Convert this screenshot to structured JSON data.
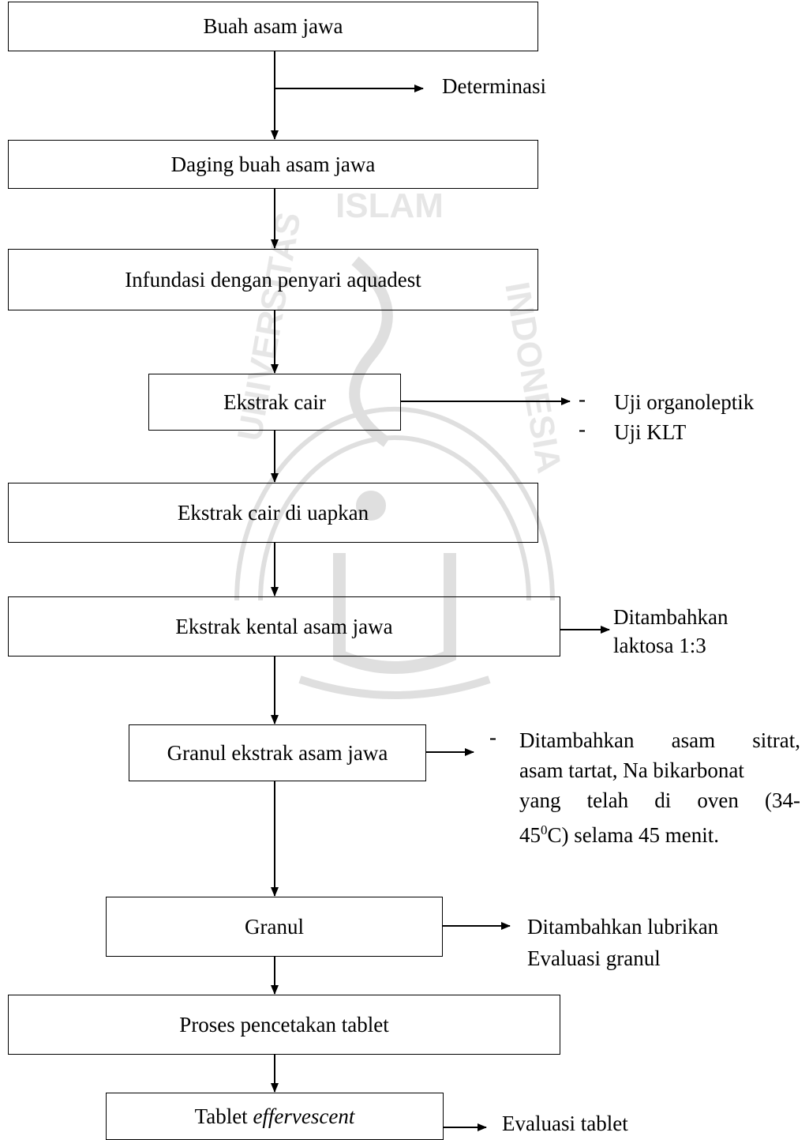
{
  "steps": {
    "buah": "Buah asam jawa",
    "daging": "Daging buah asam jawa",
    "infundasi": "Infundasi dengan penyari aquadest",
    "ekstrak_cair": "Ekstrak cair",
    "diuapkan": "Ekstrak cair di uapkan",
    "kental": "Ekstrak kental asam jawa",
    "granul_ekstrak": "Granul ekstrak asam jawa",
    "granul": "Granul",
    "pencetakan": "Proses pencetakan tablet",
    "tablet_prefix": "Tablet ",
    "tablet_italic": "effervescent"
  },
  "notes": {
    "determinasi": "Determinasi",
    "uji_organoleptik": "Uji organoleptik",
    "uji_klt": "Uji KLT",
    "laktosa_1": "Ditambahkan",
    "laktosa_2": "laktosa 1:3",
    "asam_1": "Ditambahkan asam sitrat,",
    "asam_2": "asam tartat, Na bikarbonat",
    "asam_3": "yang telah di oven (34-",
    "asam_4_pre": "45",
    "asam_4_sup": "0",
    "asam_4_post": "C) selama 45 menit.",
    "lubrikan": "Ditambahkan lubrikan",
    "eval_granul": "Evaluasi granul",
    "eval_tablet": "Evaluasi tablet",
    "dash": "-"
  },
  "watermark": {
    "ring_top": "ISLAM",
    "ring_left": "UNIVERSITAS",
    "ring_right": "INDONESIA"
  }
}
